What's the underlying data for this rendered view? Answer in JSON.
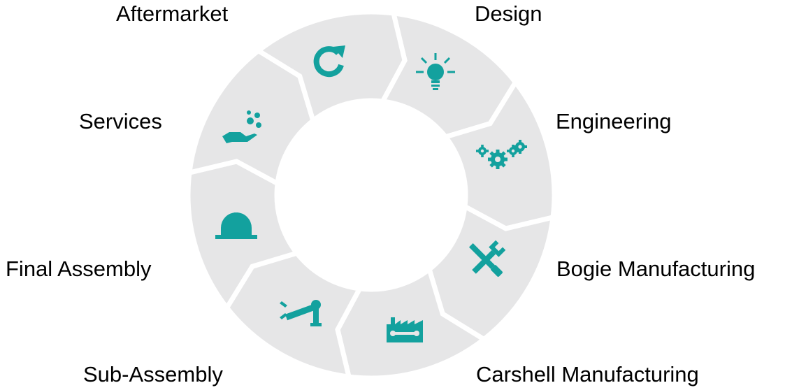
{
  "diagram": {
    "accent_color": "#13a19e",
    "segment_color": "#e6e6e7",
    "stages": [
      {
        "label": "Design",
        "icon": "lightbulb-icon"
      },
      {
        "label": "Engineering",
        "icon": "gears-icon"
      },
      {
        "label": "Bogie Manufacturing",
        "icon": "wrench-screwdriver-icon"
      },
      {
        "label": "Carshell Manufacturing",
        "icon": "factory-icon"
      },
      {
        "label": "Sub-Assembly",
        "icon": "robot-arm-icon"
      },
      {
        "label": "Final Assembly",
        "icon": "hard-hat-icon"
      },
      {
        "label": "Services",
        "icon": "hand-service-icon"
      },
      {
        "label": "Aftermarket",
        "icon": "refresh-icon"
      }
    ]
  }
}
